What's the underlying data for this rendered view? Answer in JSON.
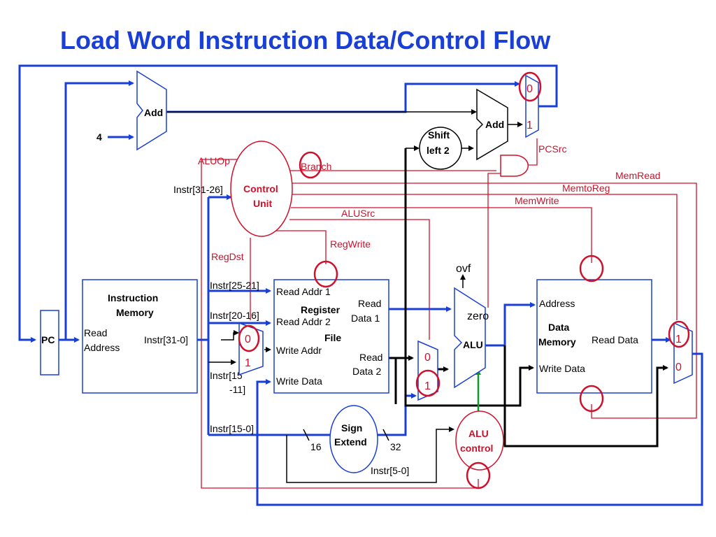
{
  "title": "Load Word Instruction Data/Control Flow",
  "components": {
    "pc": "PC",
    "add_top": "Add",
    "constant_four": "4",
    "add_branch": "Add",
    "shift_left_line1": "Shift",
    "shift_left_line2": "left 2",
    "control_unit_line1": "Control",
    "control_unit_line2": "Unit",
    "instr_mem_line1": "Instruction",
    "instr_mem_line2": "Memory",
    "instr_mem_read_line1": "Read",
    "instr_mem_read_line2": "Address",
    "instr_mem_out": "Instr[31-0]",
    "regfile_line1": "Register",
    "regfile_line2": "File",
    "read_addr_1": "Read Addr 1",
    "read_addr_2": "Read Addr 2",
    "write_addr": "Write Addr",
    "write_data": "Write Data",
    "read_data_1_line1": "Read",
    "read_data_1_line2": "Data 1",
    "read_data_2_line1": "Read",
    "read_data_2_line2": "Data 2",
    "alu": "ALU",
    "zero": "zero",
    "ovf": "ovf",
    "data_mem_line1": "Data",
    "data_mem_line2": "Memory",
    "address": "Address",
    "dm_write_data": "Write Data",
    "dm_read_data": "Read Data",
    "sign_extend_line1": "Sign",
    "sign_extend_line2": "Extend",
    "alu_control_line1": "ALU",
    "alu_control_line2": "control"
  },
  "buses": {
    "instr_31_26": "Instr[31-26]",
    "instr_25_21": "Instr[25-21]",
    "instr_20_16": "Instr[20-16]",
    "instr_15_11_line1": "Instr[15",
    "instr_15_11_line2": "-11]",
    "instr_15_0": "Instr[15-0]",
    "instr_5_0": "Instr[5-0]",
    "width_16": "16",
    "width_32": "32"
  },
  "control_signals": {
    "aluop": "ALUOp",
    "branch": "Branch",
    "memread": "MemRead",
    "memtoreg": "MemtoReg",
    "memwrite": "MemWrite",
    "alusrc": "ALUSrc",
    "regwrite": "RegWrite",
    "regdst": "RegDst",
    "pcsrc": "PCSrc"
  },
  "mux_inputs": {
    "pc_mux_top": "0",
    "pc_mux_bottom": "1",
    "regdst_top": "0",
    "regdst_bottom": "1",
    "alusrc_top": "0",
    "alusrc_bottom": "1",
    "memtoreg_top": "1",
    "memtoreg_bottom": "0"
  },
  "colors": {
    "datapath_blue": "#1a3fd6",
    "control_red": "#d0102a",
    "active_black": "#000000",
    "alu_control_green": "#0a9a2a"
  }
}
